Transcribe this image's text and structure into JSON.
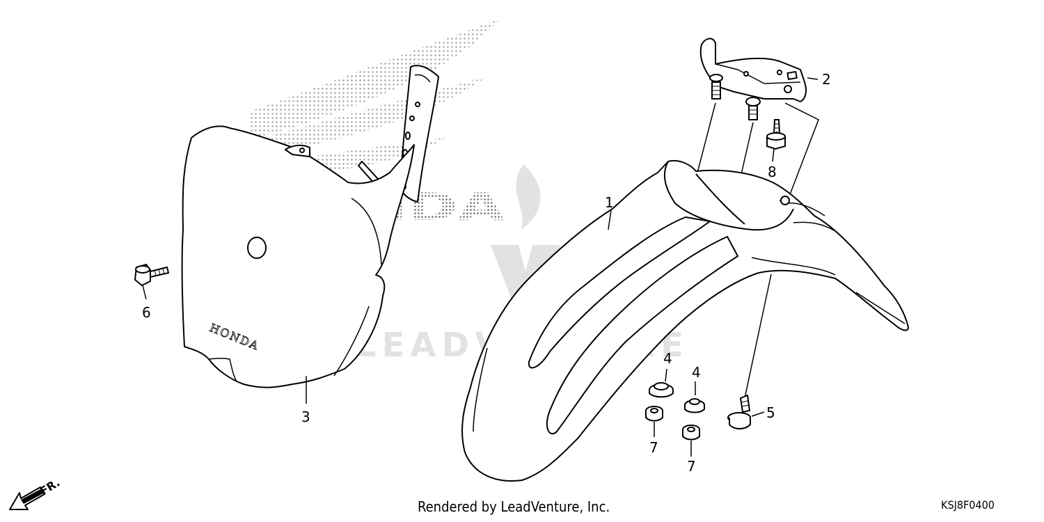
{
  "watermark": {
    "brand": "LEADVENTURE",
    "emblem_icon": "leadventure-flame-v-logo-icon"
  },
  "honda_logo_text": "HONDA",
  "plate_logo_text": "HONDA",
  "callouts": {
    "front_fender": "1",
    "fender_bracket": "2",
    "number_plate": "3",
    "collar_a": "4",
    "collar_b": "4",
    "fender_bolt": "5",
    "plate_bolt": "6",
    "nut_a": "7",
    "nut_b": "7",
    "bracket_bolt": "8"
  },
  "front_direction": {
    "label": "FR.",
    "icon": "front-arrow-icon"
  },
  "footer": {
    "credit": "Rendered by LeadVenture, Inc.",
    "diagram_code": "KSJ8F0400"
  }
}
